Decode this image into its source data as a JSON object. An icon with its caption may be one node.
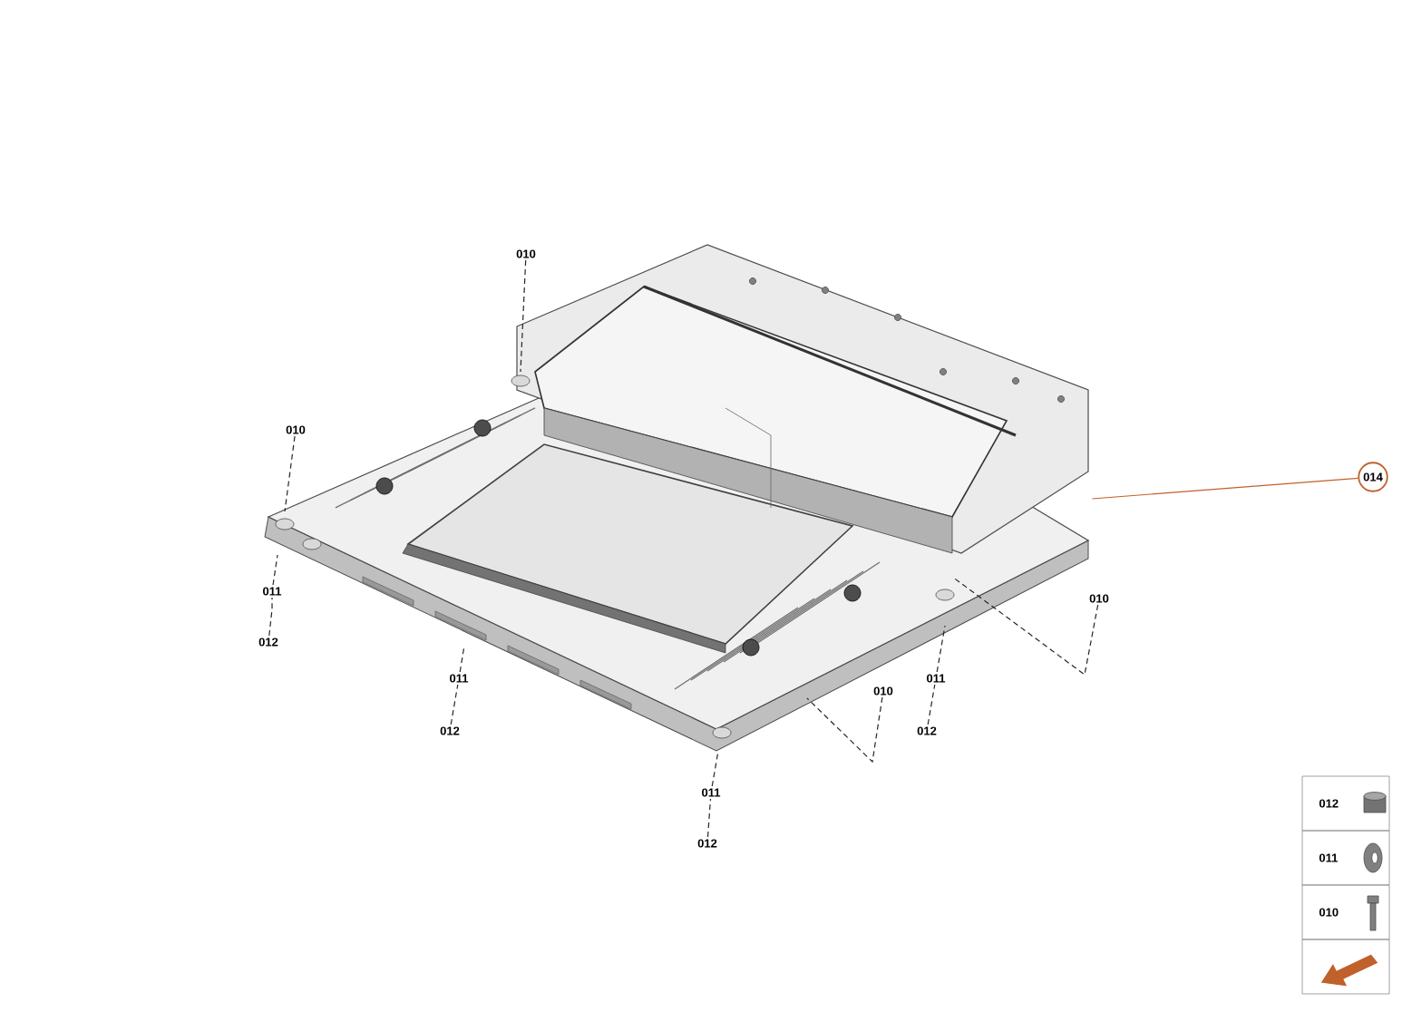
{
  "diagram": {
    "nodes": [
      {
        "text": [],
        "shape": "picture"
      },
      {
        "text": [
          "010"
        ]
      },
      {
        "text": [
          "010"
        ]
      },
      {
        "text": [
          "011"
        ]
      },
      {
        "text": [
          "012"
        ]
      },
      {
        "text": [
          "011"
        ]
      },
      {
        "text": [
          "012"
        ]
      },
      {
        "text": [
          "011"
        ]
      },
      {
        "text": [
          "012"
        ]
      },
      {
        "text": [
          "010"
        ]
      },
      {
        "text": [
          "011"
        ]
      },
      {
        "text": [
          "012"
        ]
      },
      {
        "text": [
          "010"
        ]
      },
      {
        "text": [
          "014"
        ]
      }
    ],
    "edges": [
      {
        "from": 1,
        "to": 0,
        "arrow": "none",
        "style": "dashed"
      },
      {
        "from": 2,
        "to": 0,
        "arrow": "none",
        "style": "dashed"
      },
      {
        "from": 3,
        "to": 0,
        "arrow": "none",
        "style": "dashed"
      },
      {
        "from": 4,
        "to": 3,
        "arrow": "none",
        "style": "dashed"
      },
      {
        "from": 5,
        "to": 0,
        "arrow": "none",
        "style": "dashed"
      },
      {
        "from": 6,
        "to": 5,
        "arrow": "none",
        "style": "dashed"
      },
      {
        "from": 7,
        "to": 0,
        "arrow": "none",
        "style": "dashed"
      },
      {
        "from": 8,
        "to": 7,
        "arrow": "none",
        "style": "dashed"
      },
      {
        "from": 9,
        "to": 0,
        "arrow": "none",
        "style": "dashed"
      },
      {
        "from": 10,
        "to": 0,
        "arrow": "none",
        "style": "dashed"
      },
      {
        "from": 11,
        "to": 10,
        "arrow": "none",
        "style": "dashed"
      },
      {
        "from": 12,
        "to": 0,
        "arrow": "none",
        "style": "dashed"
      },
      {
        "from": 13,
        "to": 0,
        "arrow": "none",
        "color": "#c0602a"
      }
    ],
    "legend": [
      {
        "text": "012"
      },
      {
        "text": "011"
      },
      {
        "text": "010"
      }
    ]
  }
}
